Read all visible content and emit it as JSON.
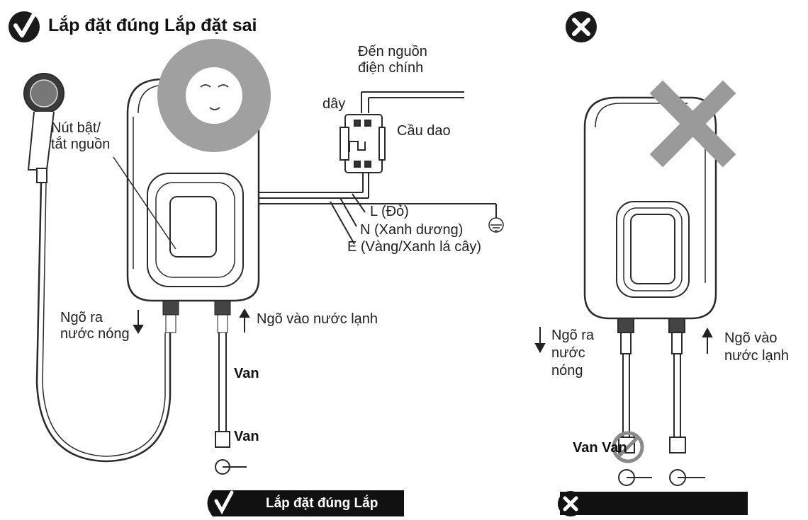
{
  "header": {
    "title": "Lắp đặt đúng Lắp đặt sai",
    "correct_icon": "check-badge-icon",
    "wrong_icon": "cross-badge-icon"
  },
  "left": {
    "power_source": "Đến nguồn\nđiện chính",
    "wire": "dây",
    "breaker": "Cầu dao",
    "power_button": "Nút bật/\ntắt nguồn",
    "live": "L (Đỏ)",
    "neutral": "N (Xanh dương)",
    "earth": "E (Vàng/Xanh lá cây)",
    "hot_outlet": "Ngõ ra\nnước nóng",
    "cold_inlet": "Ngõ vào nước lạnh",
    "valve_1": "Van",
    "valve_2": "Van"
  },
  "right": {
    "hot_outlet": "Ngõ ra\nnước\nnóng",
    "cold_inlet": "Ngõ vào\nnước lạnh",
    "valves": "Van Van"
  },
  "footer": {
    "correct_label": "Lắp đặt đúng Lắp",
    "correct_icon": "check-icon",
    "wrong_icon": "x-icon"
  },
  "colors": {
    "line": "#2a2a2a",
    "badge": "#1a1a1a",
    "warning_gray": "#9a9a9a",
    "bar": "#111111"
  }
}
